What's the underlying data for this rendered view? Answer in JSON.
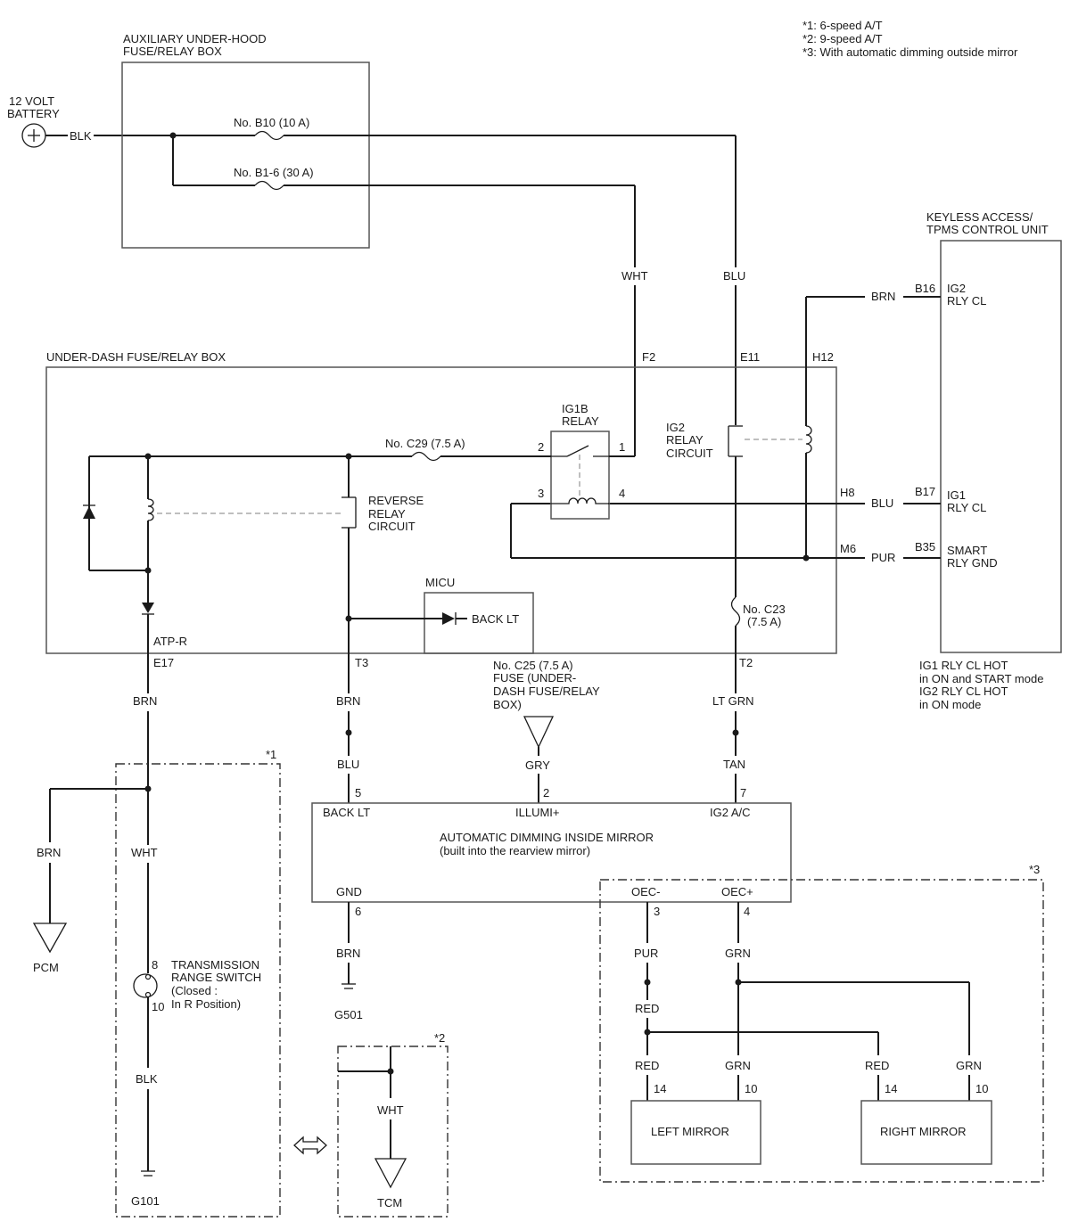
{
  "notes": [
    "*1: 6-speed A/T",
    "*2: 9-speed A/T",
    "*3: With automatic dimming outside mirror"
  ],
  "battery": {
    "line1": "12 VOLT",
    "line2": "BATTERY"
  },
  "aux_box": {
    "line1": "AUXILIARY UNDER-HOOD",
    "line2": "FUSE/RELAY BOX",
    "fuse_b10": "No. B10 (10 A)",
    "fuse_b16": "No. B1-6 (30 A)"
  },
  "underdash": {
    "title": "UNDER-DASH FUSE/RELAY BOX",
    "fuse_c29": "No. C29 (7.5 A)",
    "ig1b": {
      "line1": "IG1B",
      "line2": "RELAY"
    },
    "ig2": {
      "line1": "IG2",
      "line2": "RELAY",
      "line3": "CIRCUIT"
    },
    "reverse": {
      "line1": "REVERSE",
      "line2": "RELAY",
      "line3": "CIRCUIT"
    },
    "micu": "MICU",
    "back_lt": "BACK LT",
    "fuse_c23_1": "No. C23",
    "fuse_c23_2": "(7.5 A)",
    "atp_r": "ATP-R"
  },
  "keyless": {
    "line1": "KEYLESS ACCESS/",
    "line2": "TPMS CONTROL UNIT",
    "pin_ig2_1": "IG2",
    "pin_ig2_2": "RLY CL",
    "pin_ig1_1": "IG1",
    "pin_ig1_2": "RLY CL",
    "pin_smart_1": "SMART",
    "pin_smart_2": "RLY GND",
    "note1": "IG1 RLY CL HOT",
    "note2": "in ON and START mode",
    "note3": "IG2 RLY CL HOT",
    "note4": "in ON mode"
  },
  "fuse_c25": {
    "line1": "No. C25 (7.5 A)",
    "line2": "FUSE (UNDER-",
    "line3": "DASH FUSE/RELAY",
    "line4": "BOX)"
  },
  "mirror": {
    "title": "AUTOMATIC DIMMING INSIDE MIRROR",
    "subtitle": "(built into the rearview mirror)",
    "back_lt": "BACK LT",
    "illumi": "ILLUMI+",
    "ig2ac": "IG2 A/C",
    "gnd": "GND",
    "oec_minus": "OEC-",
    "oec_plus": "OEC+"
  },
  "trs": {
    "line1": "TRANSMISSION",
    "line2": "RANGE SWITCH",
    "line3": "(Closed :",
    "line4": "In R Position)"
  },
  "mirrors": {
    "left": "LEFT MIRROR",
    "right": "RIGHT MIRROR"
  },
  "components": {
    "pcm": "PCM",
    "tcm": "TCM",
    "g101": "G101",
    "g501": "G501"
  },
  "marks": {
    "m1": "*1",
    "m2": "*2",
    "m3": "*3"
  },
  "connectors": {
    "f2": "F2",
    "e11": "E11",
    "h12": "H12",
    "h8": "H8",
    "m6": "M6",
    "b16": "B16",
    "b17": "B17",
    "b35": "B35",
    "e17": "E17",
    "t3": "T3",
    "t2": "T2",
    "r2": "2",
    "r1": "1",
    "r3": "3",
    "r4": "4",
    "p5": "5",
    "p2": "2",
    "p7": "7",
    "p6": "6",
    "p3": "3",
    "p4": "4",
    "p8": "8",
    "p10": "10",
    "lm14": "14",
    "lm10": "10",
    "rm14": "14",
    "rm10": "10"
  },
  "wires": {
    "blk": "BLK",
    "wht": "WHT",
    "blu": "BLU",
    "brn_b16": "BRN",
    "blu_b17": "BLU",
    "pur_b35": "PUR",
    "brn_e17": "BRN",
    "brn_t3": "BRN",
    "blu_t3": "BLU",
    "ltgrn": "LT GRN",
    "tan": "TAN",
    "gry": "GRY",
    "brn_pcm": "BRN",
    "wht_trs": "WHT",
    "blk_g101": "BLK",
    "brn_g501": "BRN",
    "wht_tcm": "WHT",
    "pur_3": "PUR",
    "grn_4": "GRN",
    "red_j": "RED",
    "red_lm": "RED",
    "grn_lm": "GRN",
    "red_rm": "RED",
    "grn_rm": "GRN"
  }
}
